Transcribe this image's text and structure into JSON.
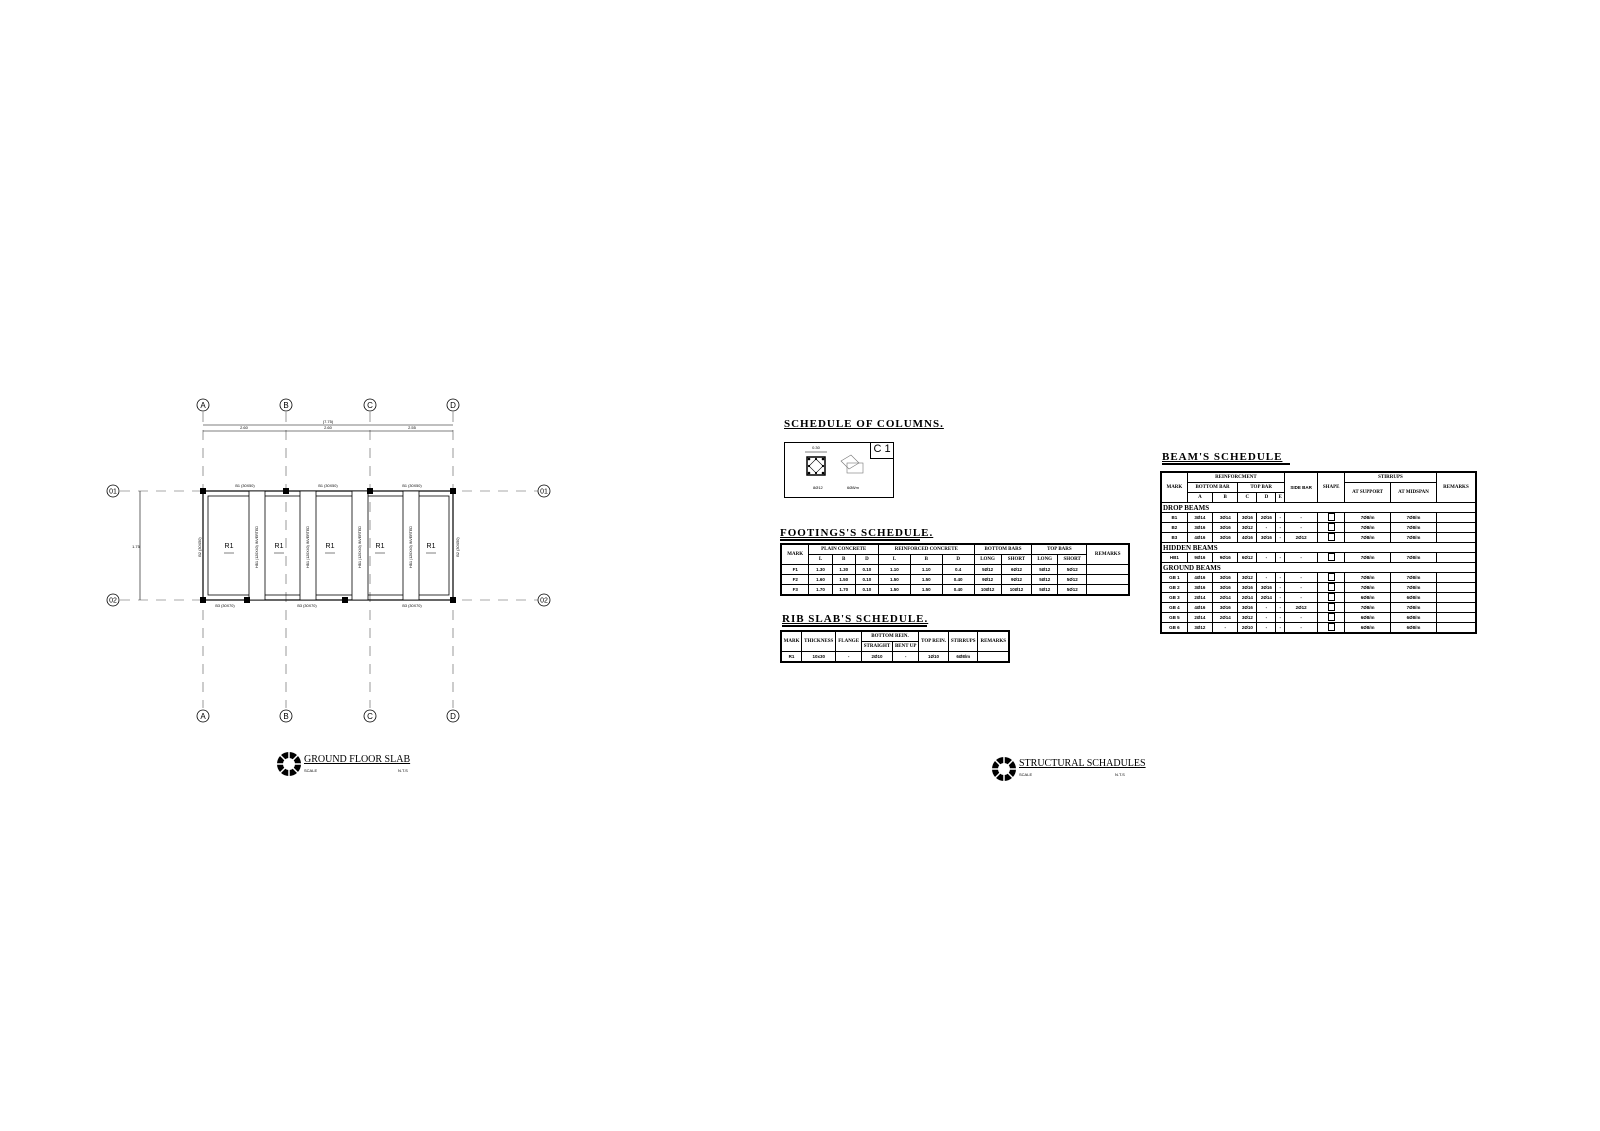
{
  "plan": {
    "grid_top": [
      "A",
      "B",
      "C",
      "D"
    ],
    "grid_bottom": [
      "B",
      "A",
      "C",
      "D"
    ],
    "grid_rows": [
      "01",
      "02"
    ],
    "dim_total": "(7.75)",
    "dims": [
      "2.60",
      "2.60",
      "2.55"
    ],
    "dim_vertical": "1.75",
    "top_beams": [
      "B1 (30X50)",
      "B1 (30X50)",
      "B1 (30X50)"
    ],
    "bottom_beams": [
      "B3 (30X70)",
      "B3 (30X70)",
      "B3 (30X70)"
    ],
    "side_beam": "B2 (30X50)",
    "hidden_beam": "HB1 (120X40) INVERTED",
    "panel": "R1",
    "title": "GROUND FLOOR SLAB",
    "scale_label": "SCALE",
    "scale_value": "N.T.S"
  },
  "columns": {
    "title": "SCHEDULE OF COLUMNS.",
    "mark": "C 1",
    "size": "0.30",
    "bars": "8Ø12",
    "stirrups": "6Ø8/m"
  },
  "footings": {
    "title": "FOOTINGS'S SCHEDULE.",
    "groups": [
      "MARK",
      "PLAIN CONCRETE",
      "REINFORCED CONCRETE",
      "BOTTOM BARS",
      "TOP BARS",
      "REMARKS"
    ],
    "sub": [
      "L",
      "B",
      "D",
      "L",
      "B",
      "D",
      "LONG",
      "SHORT",
      "LONG",
      "SHORT"
    ],
    "rows": [
      [
        "F1",
        "1.30",
        "1.30",
        "0.10",
        "1.10",
        "1.10",
        "0.4",
        "5Ø12",
        "6Ø12",
        "5Ø12",
        "5Ø12",
        ""
      ],
      [
        "F2",
        "1.60",
        "1.50",
        "0.10",
        "1.50",
        "1.50",
        "0.40",
        "9Ø12",
        "9Ø12",
        "5Ø12",
        "5Ø12",
        ""
      ],
      [
        "F3",
        "1.70",
        "1.70",
        "0.10",
        "1.50",
        "1.50",
        "0.40",
        "10Ø12",
        "10Ø12",
        "5Ø12",
        "5Ø12",
        ""
      ]
    ]
  },
  "ribslab": {
    "title": "RIB SLAB'S SCHEDULE.",
    "headers": [
      "MARK",
      "THICKNESS",
      "FLANGE",
      "BOTTOM REIN.",
      "TOP REIN.",
      "STIRRUPS",
      "REMARKS"
    ],
    "sub": [
      "STRAIGHT",
      "BENT UP"
    ],
    "rows": [
      [
        "R1",
        "10x30",
        "-",
        "2Ø10",
        "-",
        "1Ø10",
        "6Ø8/m",
        ""
      ]
    ]
  },
  "beams": {
    "title": "BEAM'S SCHEDULE",
    "h_mark": "MARK",
    "h_reinf": "REINFORCMENT",
    "h_bottom": "BOTTOM BAR",
    "h_top": "TOP BAR",
    "h_letters": [
      "A",
      "B",
      "C",
      "D",
      "E"
    ],
    "h_side": "SIDE BAR",
    "h_shape": "SHAPE",
    "h_stirrups": "STIRRUPS",
    "h_support": "AT SUPPORT",
    "h_midspan": "AT MIDSPAN",
    "h_remarks": "REMARKS",
    "groups": [
      {
        "name": "DROP BEAMS",
        "rows": [
          [
            "B1",
            "3Ø14",
            "3Ø14",
            "3Ø16",
            "2Ø16",
            "-",
            "-",
            "7Ø8/m",
            "7Ø8/m"
          ],
          [
            "B2",
            "3Ø16",
            "3Ø16",
            "3Ø12",
            "-",
            "-",
            "-",
            "7Ø8/m",
            "7Ø8/m"
          ],
          [
            "B3",
            "4Ø16",
            "3Ø16",
            "4Ø16",
            "3Ø16",
            "-",
            "2Ø12",
            "7Ø8/m",
            "7Ø8/m"
          ]
        ]
      },
      {
        "name": "HIDDEN BEAMS",
        "rows": [
          [
            "HB1",
            "9Ø16",
            "9Ø16",
            "6Ø12",
            "-",
            "-",
            "-",
            "7Ø8/m",
            "7Ø8/m"
          ]
        ]
      },
      {
        "name": "GROUND BEAMS",
        "rows": [
          [
            "GB 1",
            "4Ø16",
            "3Ø16",
            "3Ø12",
            "-",
            "-",
            "-",
            "7Ø8/m",
            "7Ø8/m"
          ],
          [
            "GB 2",
            "3Ø16",
            "3Ø16",
            "3Ø16",
            "3Ø16",
            "-",
            "-",
            "7Ø8/m",
            "7Ø8/m"
          ],
          [
            "GB 3",
            "2Ø14",
            "2Ø14",
            "2Ø14",
            "2Ø14",
            "-",
            "-",
            "6Ø8/m",
            "6Ø8/m"
          ],
          [
            "GB 4",
            "4Ø16",
            "3Ø16",
            "3Ø16",
            "-",
            "-",
            "2Ø12",
            "7Ø8/m",
            "7Ø8/m"
          ],
          [
            "GB 5",
            "2Ø14",
            "2Ø14",
            "3Ø12",
            "-",
            "-",
            "-",
            "6Ø8/m",
            "6Ø8/m"
          ],
          [
            "GB 6",
            "3Ø12",
            "-",
            "2Ø10",
            "-",
            "-",
            "-",
            "6Ø8/m",
            "6Ø8/m"
          ]
        ]
      }
    ]
  },
  "schedules_stamp": {
    "title": "STRUCTURAL SCHADULES",
    "scale_label": "SCALE",
    "scale_value": "N.T.S"
  }
}
